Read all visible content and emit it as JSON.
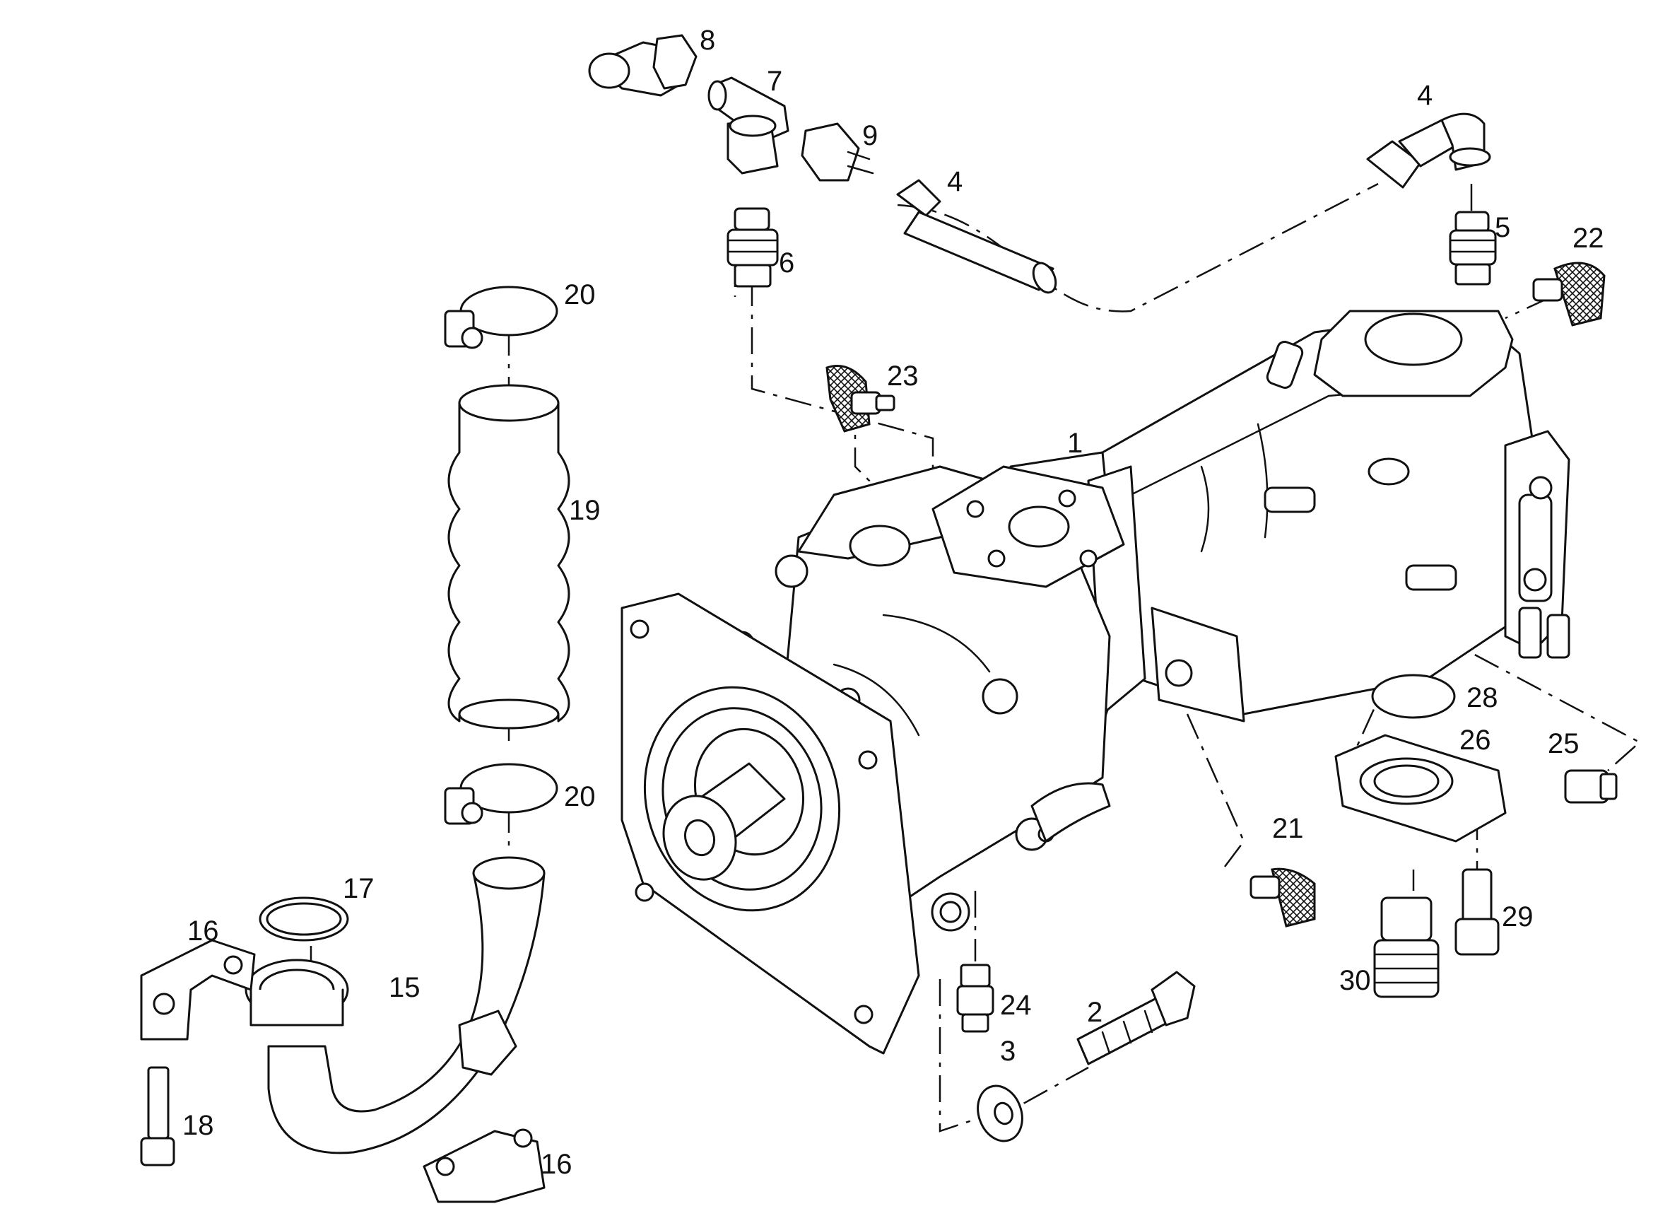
{
  "diagram": {
    "kind": "exploded parts view",
    "colors": {
      "line": "#111111",
      "background": "#ffffff"
    },
    "callouts": {
      "c1": "1",
      "c2": "2",
      "c3": "3",
      "c4a": "4",
      "c4b": "4",
      "c5": "5",
      "c6": "6",
      "c7": "7",
      "c8": "8",
      "c9": "9",
      "c15": "15",
      "c16a": "16",
      "c16b": "16",
      "c17": "17",
      "c18": "18",
      "c19": "19",
      "c20a": "20",
      "c20b": "20",
      "c21": "21",
      "c22": "22",
      "c23": "23",
      "c24": "24",
      "c25": "25",
      "c26": "26",
      "c28": "28",
      "c29": "29",
      "c30": "30"
    }
  }
}
